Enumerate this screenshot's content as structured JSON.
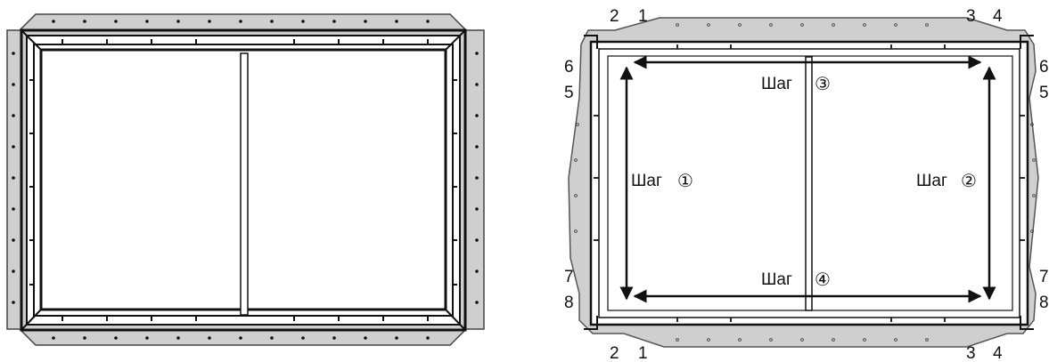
{
  "colors": {
    "canvas": "#9c9c9c",
    "canvas_fill": "#cfcfcf",
    "frame": "#111111",
    "screen": "#ffffff"
  },
  "labels": {
    "top_left": [
      "2",
      "1"
    ],
    "top_right": [
      "3",
      "4"
    ],
    "bottom_left": [
      "2",
      "1"
    ],
    "bottom_right": [
      "3",
      "4"
    ],
    "left_side": [
      "6",
      "5",
      "7",
      "8"
    ],
    "right_side": [
      "6",
      "5",
      "7",
      "8"
    ]
  },
  "steps": [
    {
      "word": "Шаг",
      "num": "①"
    },
    {
      "word": "Шаг",
      "num": "②"
    },
    {
      "word": "Шаг",
      "num": "③"
    },
    {
      "word": "Шаг",
      "num": "④"
    }
  ]
}
